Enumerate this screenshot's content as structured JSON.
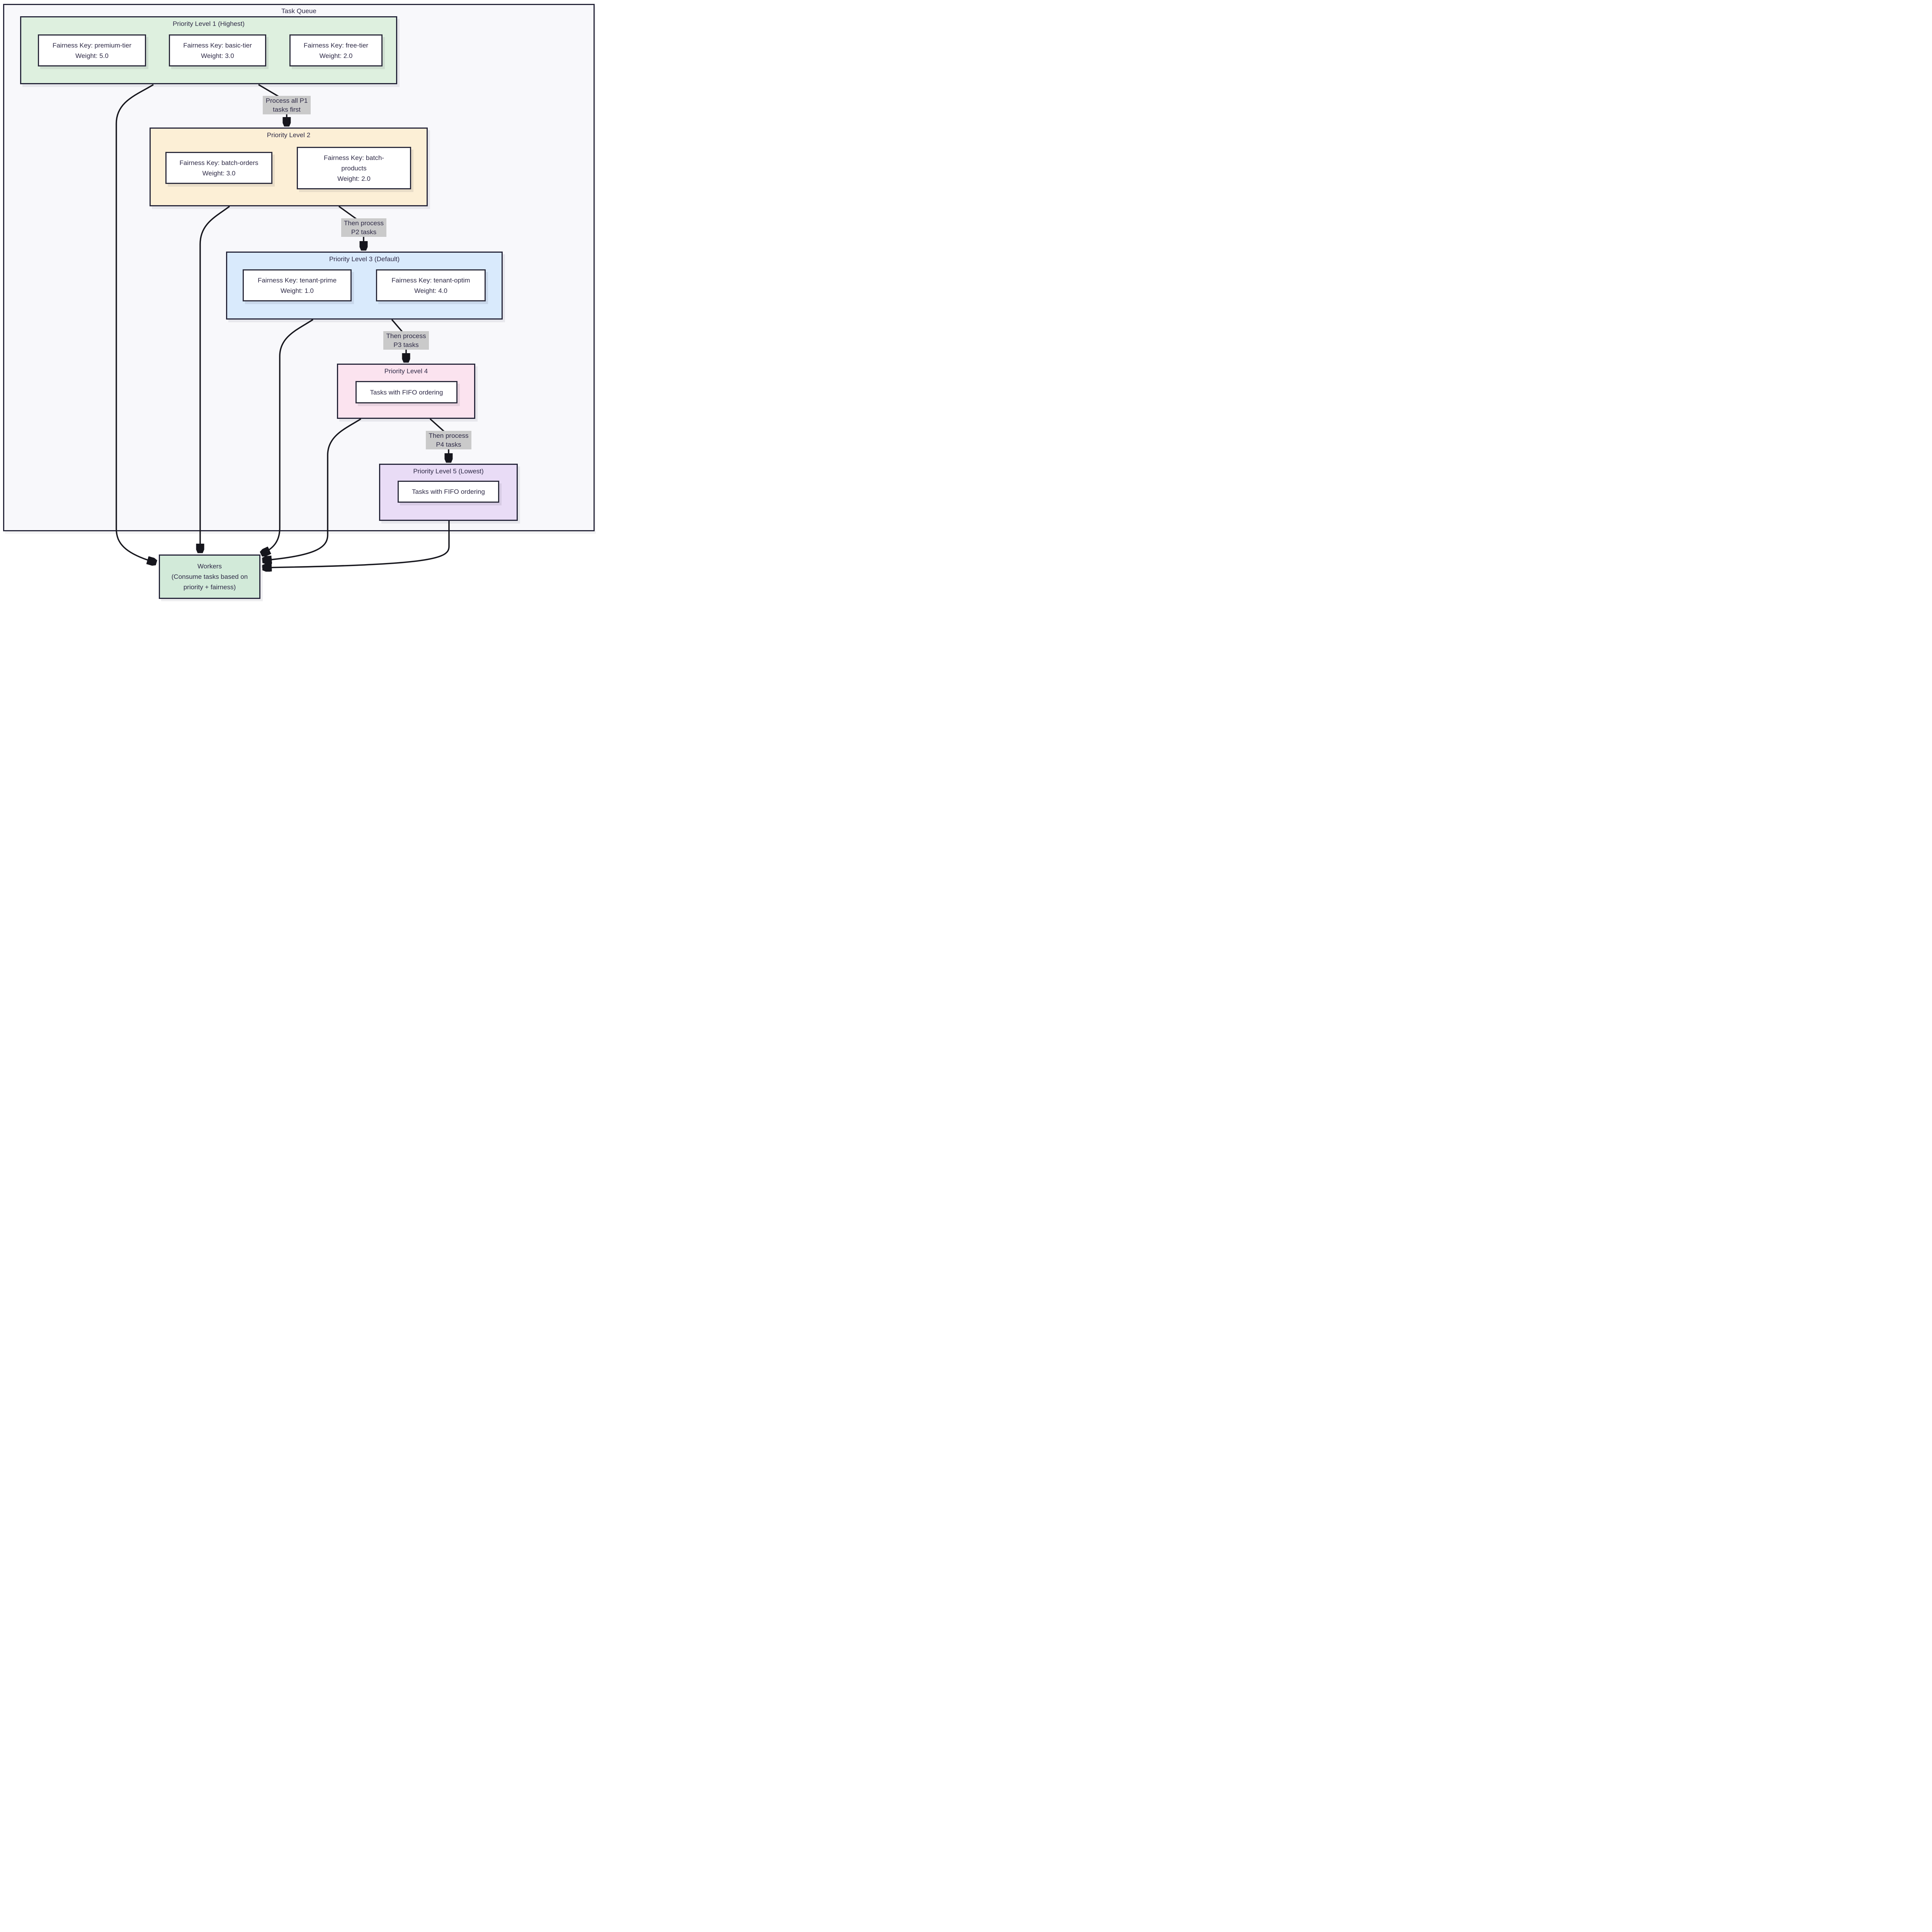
{
  "queue": {
    "title": "Task Queue",
    "levels": [
      {
        "title": "Priority Level 1 (Highest)",
        "boxes": [
          {
            "line1": "Fairness Key: premium-tier",
            "line2": "Weight: 5.0"
          },
          {
            "line1": "Fairness Key: basic-tier",
            "line2": "Weight: 3.0"
          },
          {
            "line1": "Fairness Key: free-tier",
            "line2": "Weight: 2.0"
          }
        ]
      },
      {
        "title": "Priority Level 2",
        "boxes": [
          {
            "line1": "Fairness Key: batch-orders",
            "line2": "Weight: 3.0"
          },
          {
            "line1": "Fairness Key: batch-",
            "line2": "products",
            "line3": "Weight: 2.0"
          }
        ]
      },
      {
        "title": "Priority Level 3 (Default)",
        "boxes": [
          {
            "line1": "Fairness Key: tenant-prime",
            "line2": "Weight: 1.0"
          },
          {
            "line1": "Fairness Key: tenant-optim",
            "line2": "Weight: 4.0"
          }
        ]
      },
      {
        "title": "Priority Level 4",
        "boxes": [
          {
            "line1": "Tasks with FIFO ordering"
          }
        ]
      },
      {
        "title": "Priority Level 5 (Lowest)",
        "boxes": [
          {
            "line1": "Tasks with FIFO ordering"
          }
        ]
      }
    ],
    "edge_labels": [
      {
        "line1": "Process all P1",
        "line2": "tasks first"
      },
      {
        "line1": "Then process",
        "line2": "P2 tasks"
      },
      {
        "line1": "Then process",
        "line2": "P3 tasks"
      },
      {
        "line1": "Then process",
        "line2": "P4 tasks"
      }
    ],
    "workers": {
      "line1": "Workers",
      "line2": "(Consume tasks based on",
      "line3": "priority + fairness)"
    },
    "colors": {
      "container_bg": "#f8f8fb",
      "level1_bg": "#def0df",
      "level2_bg": "#fcefd6",
      "level3_bg": "#d9eafc",
      "level4_bg": "#fbe3ef",
      "level5_bg": "#e9dcf6",
      "workers_bg": "#d2ead9",
      "edge_label_bg": "#cacaca",
      "border": "#26263a",
      "arrow": "#16161d",
      "text": "#2e2a46"
    }
  }
}
